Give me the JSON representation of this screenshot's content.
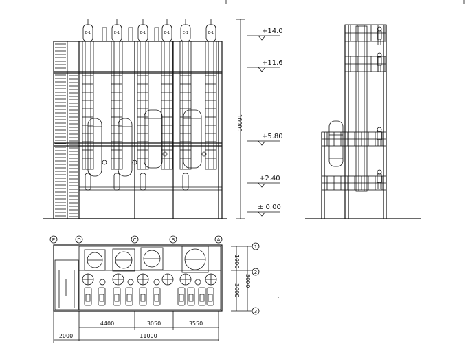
{
  "elevations": [
    "+14.0",
    "+11.6",
    "+5.80",
    "+2.40",
    "± 0.00"
  ],
  "overall_height": "16000",
  "vessel_tag": "E-1",
  "column_axes": [
    "E",
    "D",
    "C",
    "B",
    "A"
  ],
  "row_axes": [
    "1",
    "2",
    "3"
  ],
  "plan_dims_bottom": [
    "4400",
    "3050",
    "3550"
  ],
  "plan_dims_overall": [
    "2000",
    "11000"
  ],
  "plan_dims_right": [
    "1900",
    "3000",
    "5000"
  ],
  "colors": {
    "line": "#111111",
    "background": "#ffffff"
  }
}
